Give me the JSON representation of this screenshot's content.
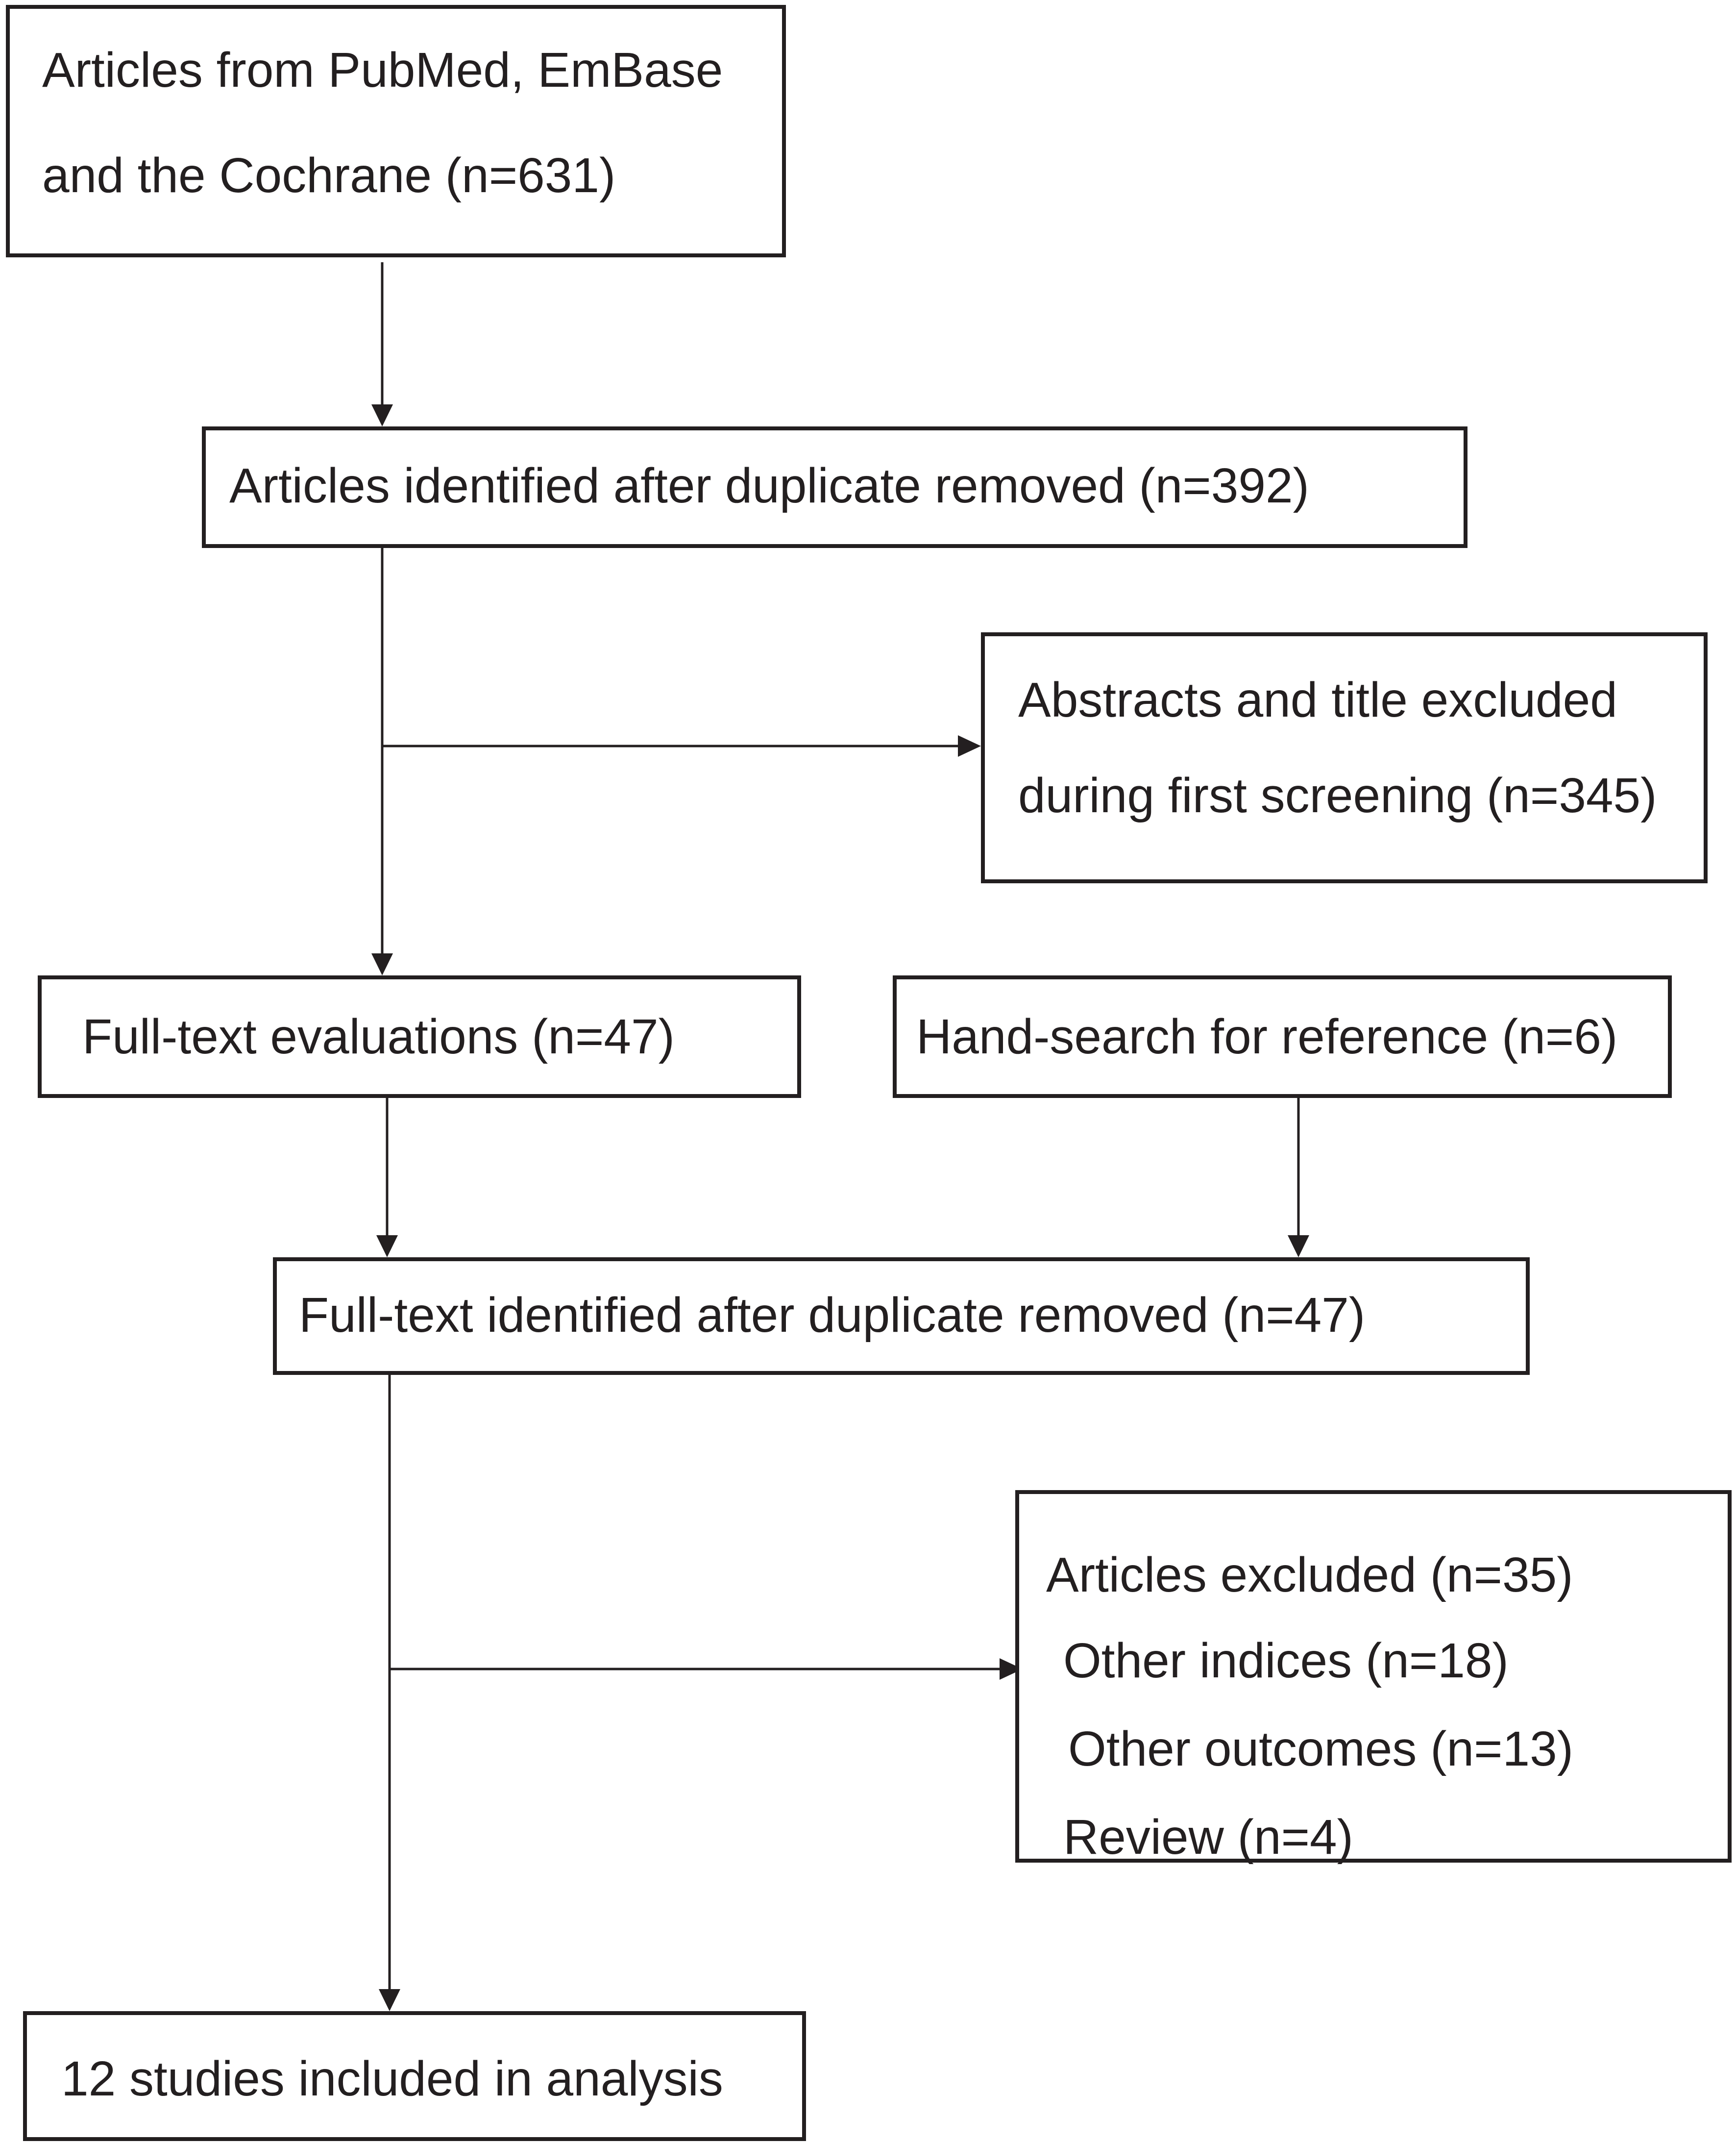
{
  "boxes": {
    "sources": {
      "line1": "Articles from PubMed, EmBase",
      "line2": "and the Cochrane (n=631)"
    },
    "dedup": {
      "line1": "Articles identified after duplicate removed (n=392)"
    },
    "excluded_screening": {
      "line1": "Abstracts and title excluded",
      "line2": "during first screening (n=345)"
    },
    "fulltext_eval": {
      "line1": "Full-text evaluations (n=47)"
    },
    "hand_search": {
      "line1": "Hand-search for reference (n=6)"
    },
    "fulltext_dedup": {
      "line1": "Full-text identified after duplicate removed (n=47)"
    },
    "articles_excluded": {
      "line1": "Articles excluded (n=35)",
      "line2": "Other indices (n=18)",
      "line3": "Other outcomes (n=13)",
      "line4": "Review (n=4)"
    },
    "included": {
      "line1": "12 studies included in analysis"
    }
  }
}
